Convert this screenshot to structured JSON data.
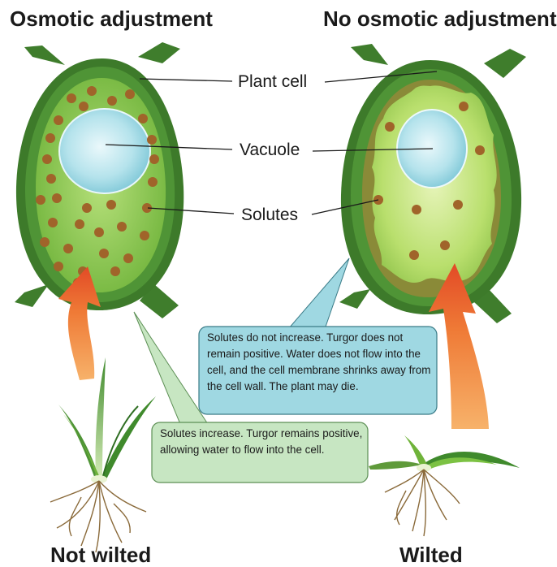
{
  "titles": {
    "left": "Osmotic adjustment",
    "right": "No osmotic adjustment"
  },
  "labels": {
    "plant_cell": "Plant cell",
    "vacuole": "Vacuole",
    "solutes": "Solutes"
  },
  "callouts": {
    "no_adjustment": "Solutes do not increase. Turgor does not remain positive. Water does not flow into the cell, and the cell membrane shrinks away from the cell wall. The plant may die.",
    "adjustment": "Solutes increase. Turgor remains positive, allowing water to flow into the cell."
  },
  "captions": {
    "left": "Not wilted",
    "right": "Wilted"
  },
  "colors": {
    "cell_wall": "#3f7d2c",
    "cytoplasm": "#7cc243",
    "vacuole": "#a8dde6",
    "solute": "#a0642a",
    "callout_blue": "#9fd8e2",
    "callout_green": "#c7e6c2",
    "arrow": "#ec5b2a"
  }
}
